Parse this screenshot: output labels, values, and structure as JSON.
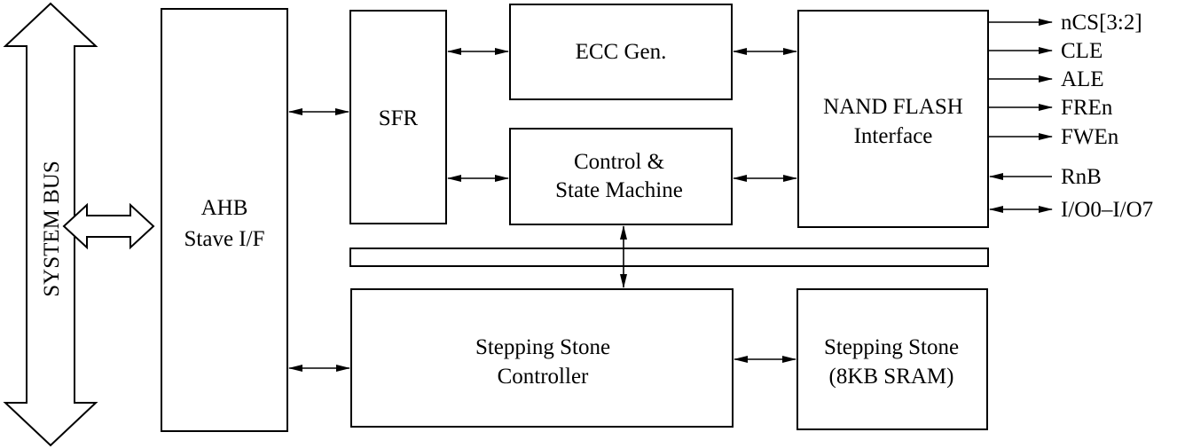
{
  "diagram": {
    "system_bus": {
      "label": "SYSTEM BUS"
    },
    "blocks": {
      "ahb": {
        "line1": "AHB",
        "line2": "Stave I/F"
      },
      "sfr": {
        "label": "SFR"
      },
      "ecc": {
        "label": "ECC Gen."
      },
      "control": {
        "line1": "Control &",
        "line2": "State Machine"
      },
      "nand": {
        "line1": "NAND FLASH",
        "line2": "Interface"
      },
      "ss_controller": {
        "line1": "Stepping Stone",
        "line2": "Controller"
      },
      "ss_sram": {
        "line1": "Stepping Stone",
        "line2": "(8KB SRAM)"
      }
    },
    "signals": {
      "ncs": "nCS[3:2]",
      "cle": "CLE",
      "ale": "ALE",
      "fren": "FREn",
      "fwen": "FWEn",
      "rnb": "RnB",
      "io": "I/O0–I/O7"
    }
  }
}
